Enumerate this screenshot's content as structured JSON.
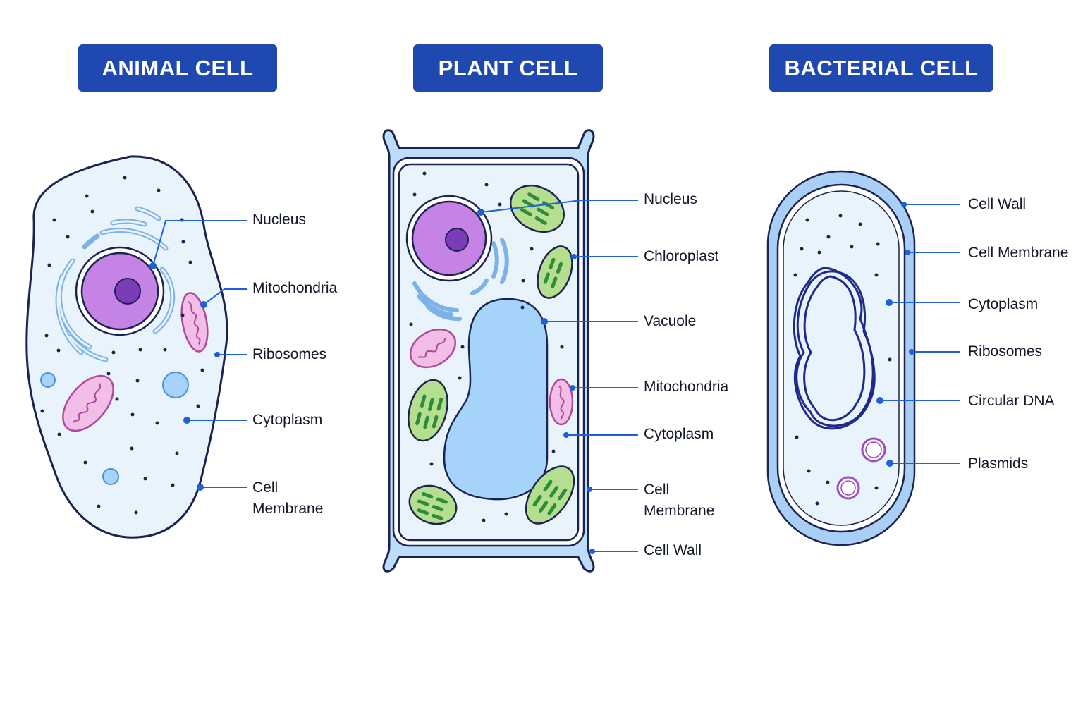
{
  "titles": {
    "animal": "ANIMAL CELL",
    "plant": "PLANT CELL",
    "bacterial": "BACTERIAL CELL"
  },
  "animal_labels": {
    "nucleus": "Nucleus",
    "mitochondria": "Mitochondria",
    "ribosomes": "Ribosomes",
    "cytoplasm": "Cytoplasm",
    "cell_membrane": "Cell Membrane"
  },
  "plant_labels": {
    "nucleus": "Nucleus",
    "chloroplast": "Chloroplast",
    "vacuole": "Vacuole",
    "mitochondria": "Mitochondria",
    "cytoplasm": "Cytoplasm",
    "cell_membrane": "Cell Membrane",
    "cell_wall": "Cell Wall"
  },
  "bacterial_labels": {
    "cell_wall": "Cell Wall",
    "cell_membrane": "Cell Membrane",
    "cytoplasm": "Cytoplasm",
    "ribosomes": "Ribosomes",
    "circular_dna": "Circular DNA",
    "plasmids": "Plasmids"
  },
  "colors": {
    "badge": "#1f48b0",
    "outline": "#1b2450",
    "cytoplasm": "#e9f3fc",
    "leader": "#1f5fd8",
    "nucleus": "#c583e6",
    "nucleolus": "#7a3cb8",
    "er": "#7cb2e6",
    "mitochondria": "#f2bde6",
    "mito_stroke": "#b0489a",
    "chloroplast": "#b5df8e",
    "thylakoid": "#2f8c3c",
    "vacuole": "#a5d3fa",
    "cell_wall": "#bcdcf8",
    "dna": "#1e2a8a",
    "plasmid": "#9b4dc0"
  }
}
